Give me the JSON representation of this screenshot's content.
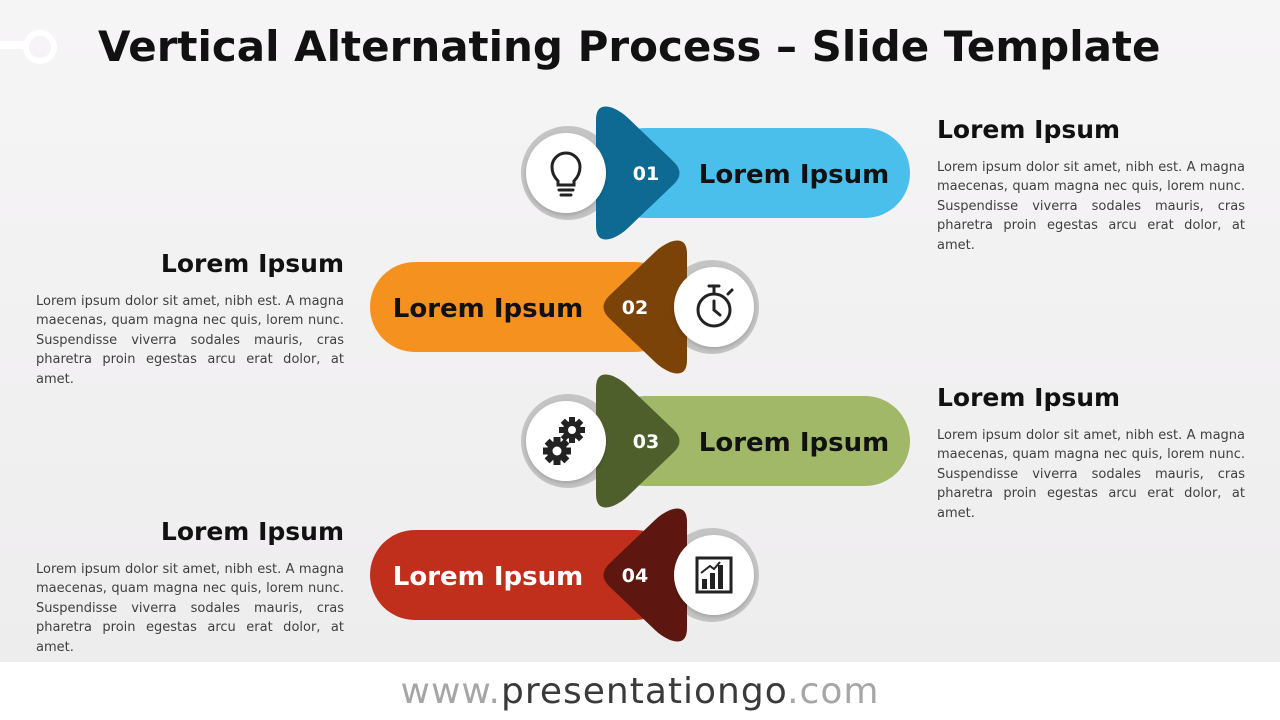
{
  "title": "Vertical Alternating Process – Slide Template",
  "footer": {
    "prefix": "www.",
    "brand": "presentationgo",
    "suffix": ".com"
  },
  "colors": {
    "step1_light": "#4bbfec",
    "step1_dark": "#0e6a92",
    "step2_light": "#f5921f",
    "step2_dark": "#7b4307",
    "step3_light": "#a1b868",
    "step3_dark": "#4f5f2c",
    "step4_light": "#c02e1c",
    "step4_dark": "#5d1710",
    "circle_ring": "#c4c4c4"
  },
  "steps": [
    {
      "number": "01",
      "label": "Lorem Ipsum",
      "icon": "lightbulb-icon",
      "side": "right",
      "heading": "Lorem Ipsum",
      "text": "Lorem ipsum dolor sit amet, nibh est. A magna maecenas, quam magna nec quis, lorem nunc. Suspendisse viverra sodales mauris, cras pharetra proin egestas arcu erat dolor, at amet."
    },
    {
      "number": "02",
      "label": "Lorem Ipsum",
      "icon": "stopwatch-icon",
      "side": "left",
      "heading": "Lorem Ipsum",
      "text": "Lorem ipsum dolor sit amet, nibh est. A magna maecenas, quam magna nec quis, lorem nunc. Suspendisse viverra sodales mauris, cras pharetra proin egestas arcu erat dolor, at amet."
    },
    {
      "number": "03",
      "label": "Lorem Ipsum",
      "icon": "gears-icon",
      "side": "right",
      "heading": "Lorem Ipsum",
      "text": "Lorem ipsum dolor sit amet, nibh est. A magna maecenas, quam magna nec quis, lorem nunc. Suspendisse viverra sodales mauris, cras pharetra proin egestas arcu erat dolor, at amet."
    },
    {
      "number": "04",
      "label": "Lorem Ipsum",
      "icon": "bar-chart-icon",
      "side": "left",
      "heading": "Lorem Ipsum",
      "text": "Lorem ipsum dolor sit amet, nibh est. A magna maecenas, quam magna nec quis, lorem nunc. Suspendisse viverra sodales mauris, cras pharetra proin egestas arcu erat dolor, at amet."
    }
  ]
}
